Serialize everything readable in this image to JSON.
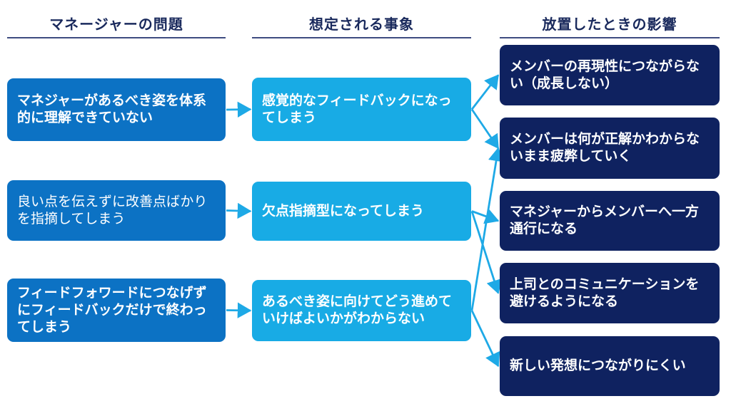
{
  "columns": [
    {
      "id": "problems",
      "header": "マネージャーの問題"
    },
    {
      "id": "events",
      "header": "想定される事象"
    },
    {
      "id": "impacts",
      "header": "放置したときの影響"
    }
  ],
  "problems": [
    {
      "id": "problem-1",
      "text": "マネジャーがあるべき姿を体系的に理解できていない"
    },
    {
      "id": "problem-2",
      "text": "良い点を伝えずに改善点ばかりを指摘してしまう"
    },
    {
      "id": "problem-3",
      "text": "フィードフォワードにつなげずにフィードバックだけで終わってしまう"
    }
  ],
  "events": [
    {
      "id": "event-1",
      "text": "感覚的なフィードバックになってしまう"
    },
    {
      "id": "event-2",
      "text": "欠点指摘型になってしまう"
    },
    {
      "id": "event-3",
      "text": "あるべき姿に向けてどう進めていけばよいかがわからない"
    }
  ],
  "impacts": [
    {
      "id": "impact-1",
      "text": "メンバーの再現性につながらない（成長しない）"
    },
    {
      "id": "impact-2",
      "text": "メンバーは何が正解かわからないまま疲弊していく"
    },
    {
      "id": "impact-3",
      "text": "マネジャーからメンバーへ一方通行になる"
    },
    {
      "id": "impact-4",
      "text": "上司とのコミュニケーションを避けるようになる"
    },
    {
      "id": "impact-5",
      "text": "新しい発想につながりにくい"
    }
  ],
  "connections": [
    {
      "from": "problem-1",
      "to": "event-1"
    },
    {
      "from": "problem-2",
      "to": "event-2"
    },
    {
      "from": "problem-3",
      "to": "event-3"
    },
    {
      "from": "event-1",
      "to": "impact-1"
    },
    {
      "from": "event-1",
      "to": "impact-2"
    },
    {
      "from": "event-3",
      "to": "impact-2"
    },
    {
      "from": "event-2",
      "to": "impact-3"
    },
    {
      "from": "event-2",
      "to": "impact-4"
    },
    {
      "from": "event-3",
      "to": "impact-5"
    }
  ],
  "colors": {
    "problem_fill": "#0c72c4",
    "event_fill": "#18abe5",
    "impact_fill": "#0f2260",
    "arrow": "#1ea9e6",
    "header_text": "#19295c",
    "rule": "#3e4c80",
    "box_text": "#ffffff"
  }
}
